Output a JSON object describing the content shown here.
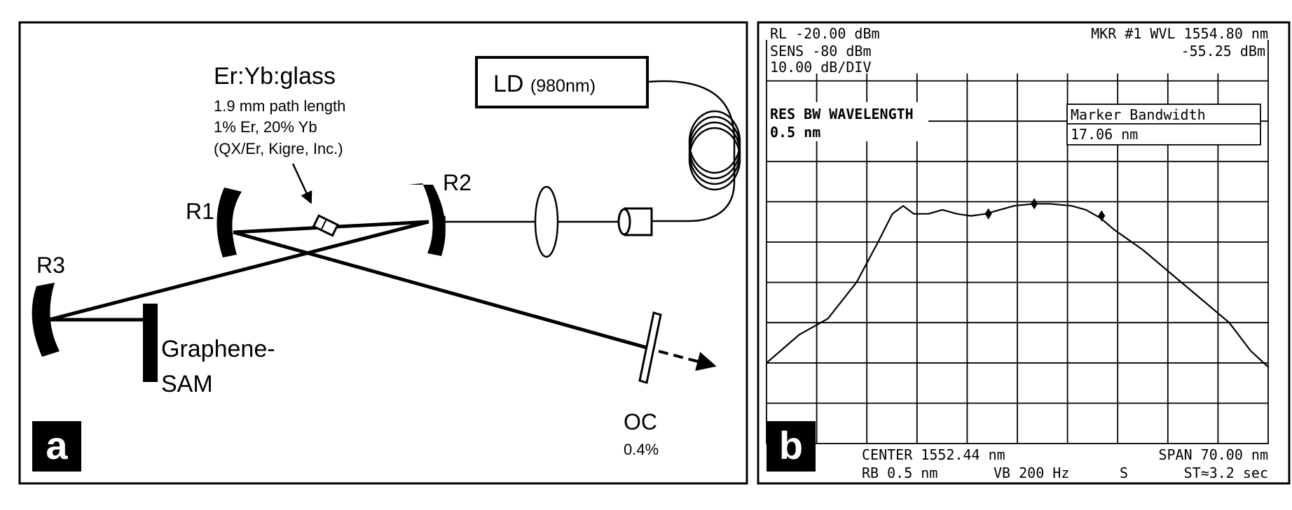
{
  "panel_a": {
    "badge": "a",
    "laser_diode": {
      "name": "LD",
      "wavelength": "(980nm)"
    },
    "gain_medium": {
      "title": "Er:Yb:glass",
      "line1": "1.9 mm path length",
      "line2": "1% Er, 20% Yb",
      "line3": "(QX/Er, Kigre, Inc.)"
    },
    "mirror_r1": "R1",
    "mirror_r2": "R2",
    "mirror_r3": "R3",
    "sam": {
      "line1": "Graphene-",
      "line2": "SAM"
    },
    "output_coupler": {
      "name": "OC",
      "value": "0.4%"
    },
    "icons": [
      "curved-mirror-icon",
      "lens-icon",
      "fiber-coil-icon",
      "collimator-icon",
      "crystal-icon",
      "output-coupler-icon"
    ]
  },
  "panel_b": {
    "badge": "b",
    "header": {
      "rl": "RL -20.00 dBm",
      "mkr": "MKR #1 WVL 1554.80 nm",
      "sens": "SENS  -80 dBm",
      "div": "10.00 dB/DIV",
      "mkr_level": "-55.25 dBm"
    },
    "res_bw": {
      "label": "RES BW WAVELENGTH",
      "value": "0.5 nm"
    },
    "marker_bandwidth": {
      "label": "Marker Bandwidth",
      "value": "17.06 nm"
    },
    "footer": {
      "center": "CENTER 1552.44 nm",
      "span": "SPAN 70.00 nm",
      "rb": "RB 0.5 nm",
      "vb": "VB 200 Hz",
      "s": "S",
      "st": "ST≈3.2 sec"
    }
  },
  "chart_data": {
    "type": "line",
    "title": "",
    "xlabel": "",
    "ylabel": "",
    "x_unit": "nm",
    "y_unit": "dBm",
    "xlim": [
      1517.44,
      1587.44
    ],
    "ylim": [
      -120,
      -20
    ],
    "grid": true,
    "series": [
      {
        "x": [
          1517.44,
          1522,
          1526,
          1530,
          1533,
          1535,
          1536.5,
          1538,
          1540,
          1542,
          1544,
          1546,
          1548,
          1550,
          1552,
          1554.8,
          1557,
          1560,
          1562,
          1564,
          1566,
          1570,
          1574,
          1578,
          1582,
          1585,
          1587.44
        ],
        "y": [
          -100,
          -93,
          -89,
          -80,
          -70,
          -63,
          -61,
          -63,
          -63,
          -62,
          -63,
          -63.5,
          -63,
          -62,
          -61,
          -60.5,
          -60.5,
          -61,
          -62,
          -64,
          -67,
          -72,
          -78,
          -84,
          -90,
          -97,
          -101
        ]
      }
    ],
    "markers": [
      {
        "x": 1548.4,
        "y": -63
      },
      {
        "x": 1554.8,
        "y": -60.5
      },
      {
        "x": 1564.2,
        "y": -63.5
      }
    ]
  }
}
